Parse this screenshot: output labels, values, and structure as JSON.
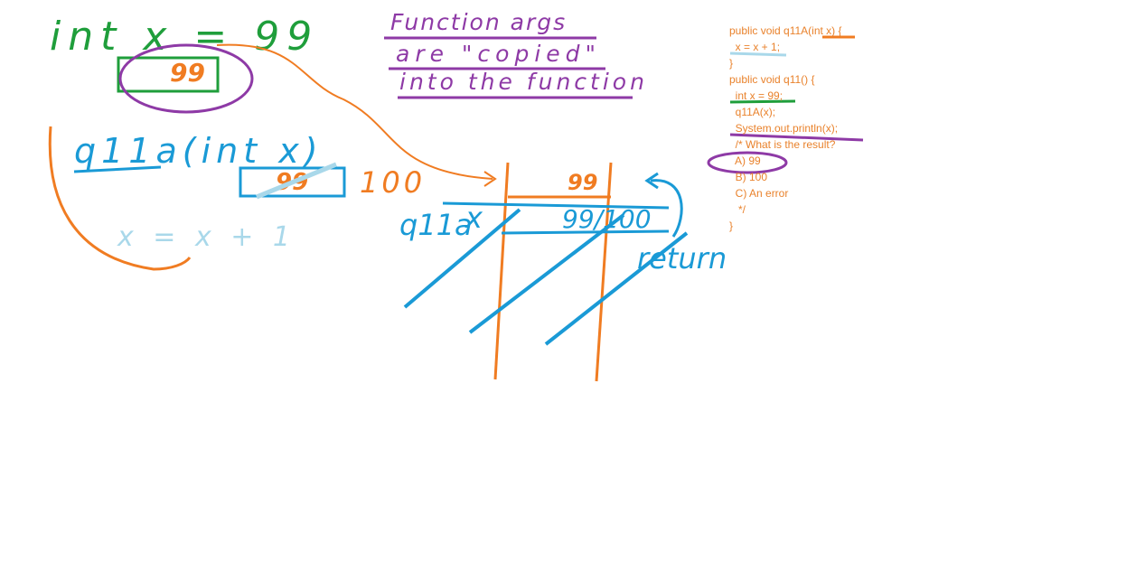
{
  "handwriting": {
    "declaration": "int x = 99",
    "box_value": "99",
    "note_line1": "Function args",
    "note_line2": "are \"copied\"",
    "note_line3": "into the function",
    "signature": "q11a(int x)",
    "param_box_value": "99",
    "new_value": "100",
    "body_expr": "x = x + 1",
    "frame_value": "99",
    "frame_label_fn": "q11a",
    "frame_label_var": "x",
    "frame_var_value": "99/100",
    "return_label": "return"
  },
  "code": {
    "lines": [
      "public void q11A(int x) {",
      "  x = x + 1;",
      "}",
      "public void q11() {",
      "  int x = 99;",
      "  q11A(x);",
      "  System.out.println(x);",
      "  /* What is the result?",
      "  A) 99",
      "  B) 100",
      "  C) An error",
      "   */",
      "}"
    ]
  },
  "colors": {
    "green": "#1f9e3b",
    "orange": "#f07c22",
    "purple": "#8e3aa6",
    "blue": "#1a9ad6",
    "light_blue": "#a9d8ea",
    "code_text": "#e9822c"
  }
}
